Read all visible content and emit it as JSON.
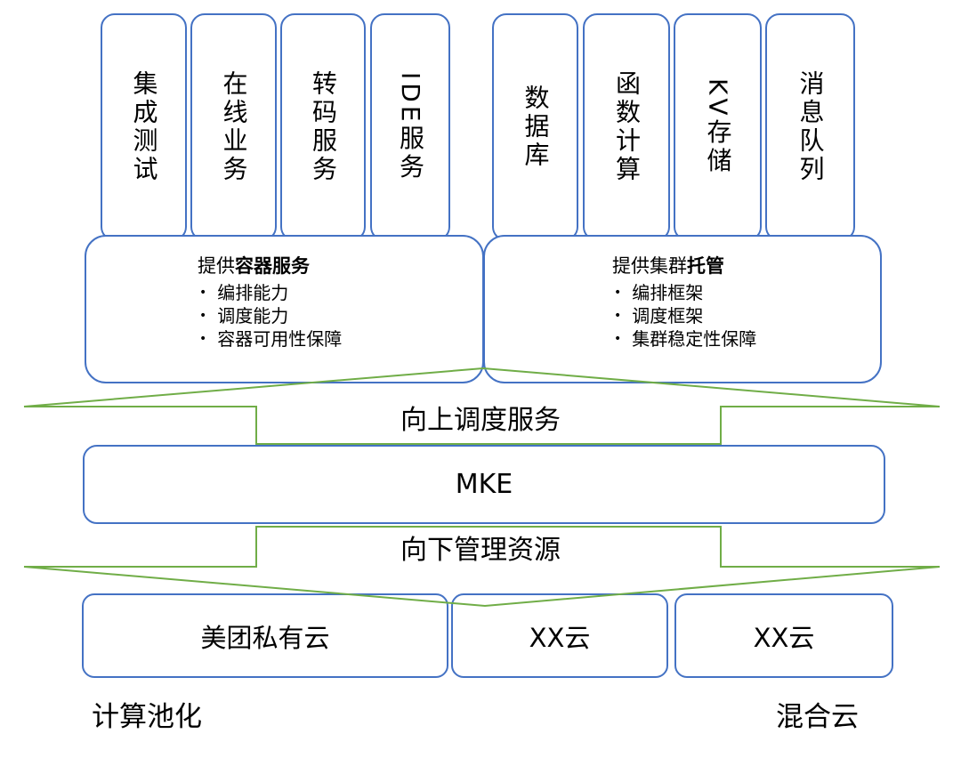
{
  "colors": {
    "box_border_blue": "#4472C4",
    "flow_arrow_green": "#70AD47",
    "text": "#000000"
  },
  "vertical_services": {
    "container_group": [
      {
        "label": "集成测试"
      },
      {
        "label": "在线业务"
      },
      {
        "label": "转码服务"
      },
      {
        "label": "IDE服务"
      }
    ],
    "hosting_group": [
      {
        "label": "数据库"
      },
      {
        "label": "函数计算"
      },
      {
        "label": "KV存储"
      },
      {
        "label": "消息队列"
      }
    ]
  },
  "capability_boxes": {
    "container": {
      "title_regular": "提供",
      "title_bold": "容器服务",
      "bullets": [
        "编排能力",
        "调度能力",
        "容器可用性保障"
      ]
    },
    "hosting": {
      "title_regular": "提供集群",
      "title_bold": "托管",
      "bullets": [
        "编排框架",
        "调度框架",
        "集群稳定性保障"
      ]
    }
  },
  "flow_bands": {
    "up": "向上调度服务",
    "down": "向下管理资源"
  },
  "core_platform": {
    "label": "MKE"
  },
  "cloud_layer": [
    {
      "label": "美团私有云"
    },
    {
      "label": "XX云"
    },
    {
      "label": "XX云"
    }
  ],
  "footnotes": {
    "left": "计算池化",
    "right": "混合云"
  }
}
